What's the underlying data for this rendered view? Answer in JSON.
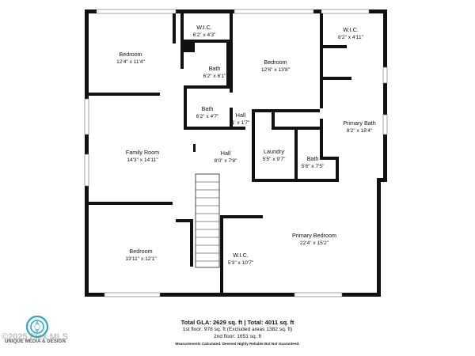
{
  "rooms": [
    {
      "id": "bedroom-nw",
      "name": "Bedroom",
      "dims": "12'4\" x 11'4\""
    },
    {
      "id": "wic-top",
      "name": "W.I.C.",
      "dims": "6'2\" x 4'3\""
    },
    {
      "id": "bath-upper",
      "name": "Bath",
      "dims": "6'2\" x 6'1\""
    },
    {
      "id": "bedroom-center",
      "name": "Bedroom",
      "dims": "12'6\" x 13'8\""
    },
    {
      "id": "wic-ne",
      "name": "W.I.C.",
      "dims": "8'2\" x 4'11\""
    },
    {
      "id": "bath-lower",
      "name": "Bath",
      "dims": "6'2\" x 4'7\""
    },
    {
      "id": "hall-small",
      "name": "Hall",
      "dims": "1' x 1'7\""
    },
    {
      "id": "primary-bath",
      "name": "Primary Bath",
      "dims": "8'2\" x 18'4\""
    },
    {
      "id": "family-room",
      "name": "Family Room",
      "dims": "14'3\" x 14'11\""
    },
    {
      "id": "hall-center",
      "name": "Hall",
      "dims": "8'0\" x 7'8\""
    },
    {
      "id": "laundry",
      "name": "Laundry",
      "dims": "5'5\" x 9'7\""
    },
    {
      "id": "bath-east",
      "name": "Bath",
      "dims": "5'6\" x 7'5\""
    },
    {
      "id": "bedroom-sw",
      "name": "Bedroom",
      "dims": "13'11\" x 12'1\""
    },
    {
      "id": "wic-south",
      "name": "W.I.C.",
      "dims": "5'3\" x 10'7\""
    },
    {
      "id": "primary-bedroom",
      "name": "Primary Bedroom",
      "dims": "22'4\" x 15'2\""
    }
  ],
  "footer": {
    "gla": "Total GLA: 2629 sq. ft | Total: 4011 sq. ft",
    "first_floor": "1st floor: 978 sq. ft (Excluded areas 1382 sq. ft)",
    "second_floor": "2nd floor: 1651 sq. ft",
    "disclaimer": "Measurements Calculated. Deemed Highly Reliable But Not Guaranteed."
  },
  "branding": {
    "company": "UNIQUE MEDIA & DESIGN",
    "watermark": "©2025 Flex MLS",
    "logo_color": "#2aa8c8"
  }
}
